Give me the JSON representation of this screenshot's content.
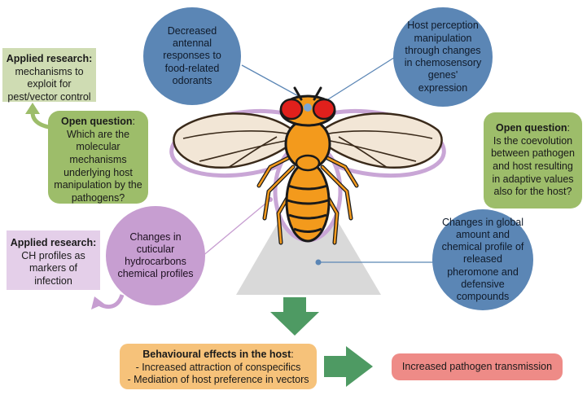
{
  "circles": {
    "antennal": "Decreased antennal responses to food-related odorants",
    "host_perception": "Host perception manipulation through changes in chemosensory genes' expression",
    "cuticular": "Changes in cuticular hydrocarbons chemical profiles",
    "pheromone": "Changes in global amount and chemical profile of released pheromone and defensive compounds"
  },
  "applied_top": {
    "title": "Applied research:",
    "body": "mechanisms to exploit for pest/vector control"
  },
  "open_left": {
    "title": "Open question",
    "colon": ":",
    "body": "Which are the molecular mechanisms underlying host manipulation by the pathogens?"
  },
  "open_right": {
    "title": "Open question",
    "colon": ":",
    "body": "Is the coevolution between pathogen and host resulting in adaptive values also for the host?"
  },
  "applied_bottom": {
    "title": "Applied research:",
    "body": "CH profiles as markers of infection"
  },
  "behavioural": {
    "title": "Behavioural effects in the host",
    "colon": ":",
    "items": [
      "- Increased attraction of conspecifics",
      "- Mediation of host preference in vectors"
    ]
  },
  "transmission": "Increased pathogen transmission",
  "colors": {
    "blue_circle": "#5b86b5",
    "purple_circle": "#c79ed1",
    "green_box": "#9dbd6a",
    "orange_box": "#f6c27a",
    "red_box": "#ee8b87",
    "arrow_green": "#4e9a63",
    "fly_body": "#f39a1c",
    "fly_eye": "#e0201c"
  }
}
